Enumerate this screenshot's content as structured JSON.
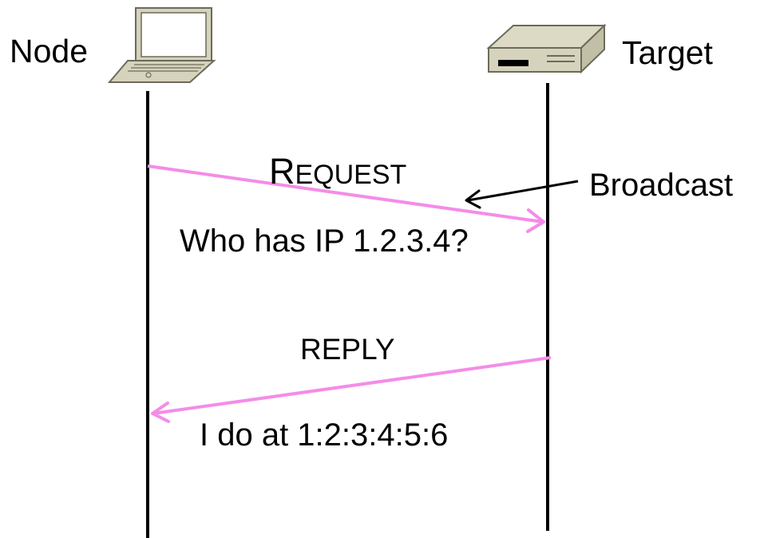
{
  "nodes": {
    "left_label": "Node",
    "right_label": "Target",
    "left_icon": "laptop-icon",
    "right_icon": "network-device-icon"
  },
  "messages": {
    "request": {
      "title_initial": "R",
      "title_rest": "EQUEST",
      "body": "Who has IP 1.2.3.4?"
    },
    "reply": {
      "title": "REPLY",
      "body": "I do at 1:2:3:4:5:6"
    }
  },
  "annotation": {
    "label": "Broadcast"
  },
  "colors": {
    "message_arrow": "#f48ce8",
    "lifeline": "#000000",
    "annotation_arrow": "#000000",
    "device_body": "#d6d3bd",
    "device_outline": "#6b6b5a"
  }
}
